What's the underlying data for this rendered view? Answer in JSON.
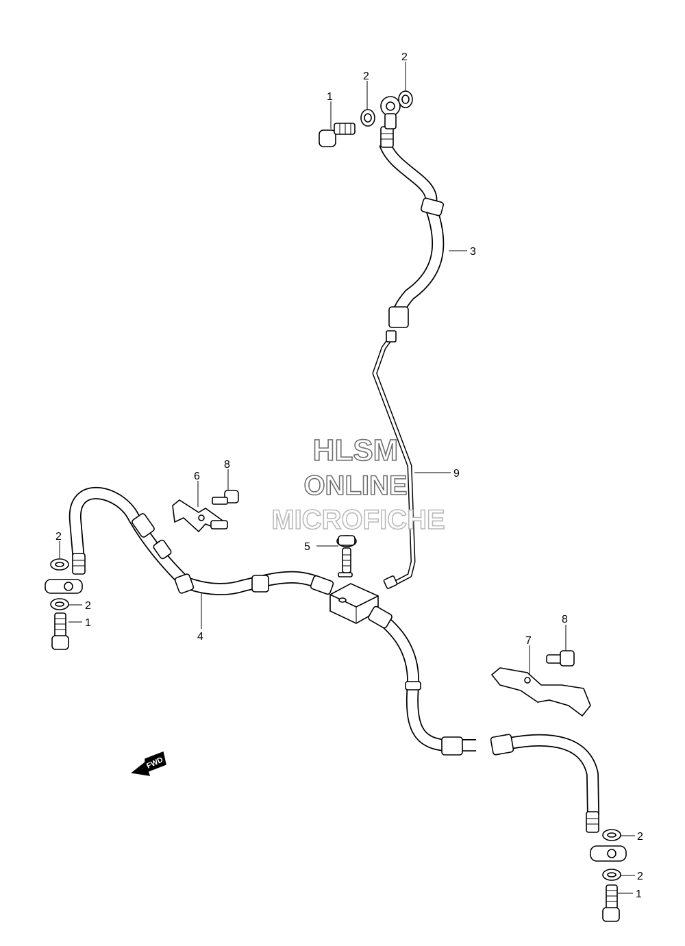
{
  "watermark": {
    "line1": "HLSM",
    "line2": "ONLINE",
    "line3": "MICROFICHE"
  },
  "direction_arrow": {
    "label": "FWD"
  },
  "callouts": [
    {
      "id": "c-1a",
      "text": "1"
    },
    {
      "id": "c-2a",
      "text": "2"
    },
    {
      "id": "c-2b",
      "text": "2"
    },
    {
      "id": "c-3",
      "text": "3"
    },
    {
      "id": "c-9",
      "text": "9"
    },
    {
      "id": "c-6",
      "text": "6"
    },
    {
      "id": "c-8a",
      "text": "8"
    },
    {
      "id": "c-2c",
      "text": "2"
    },
    {
      "id": "c-2d",
      "text": "2"
    },
    {
      "id": "c-1b",
      "text": "1"
    },
    {
      "id": "c-4",
      "text": "4"
    },
    {
      "id": "c-5",
      "text": "5"
    },
    {
      "id": "c-8b",
      "text": "8"
    },
    {
      "id": "c-7",
      "text": "7"
    },
    {
      "id": "c-2e",
      "text": "2"
    },
    {
      "id": "c-2f",
      "text": "2"
    },
    {
      "id": "c-1c",
      "text": "1"
    }
  ]
}
